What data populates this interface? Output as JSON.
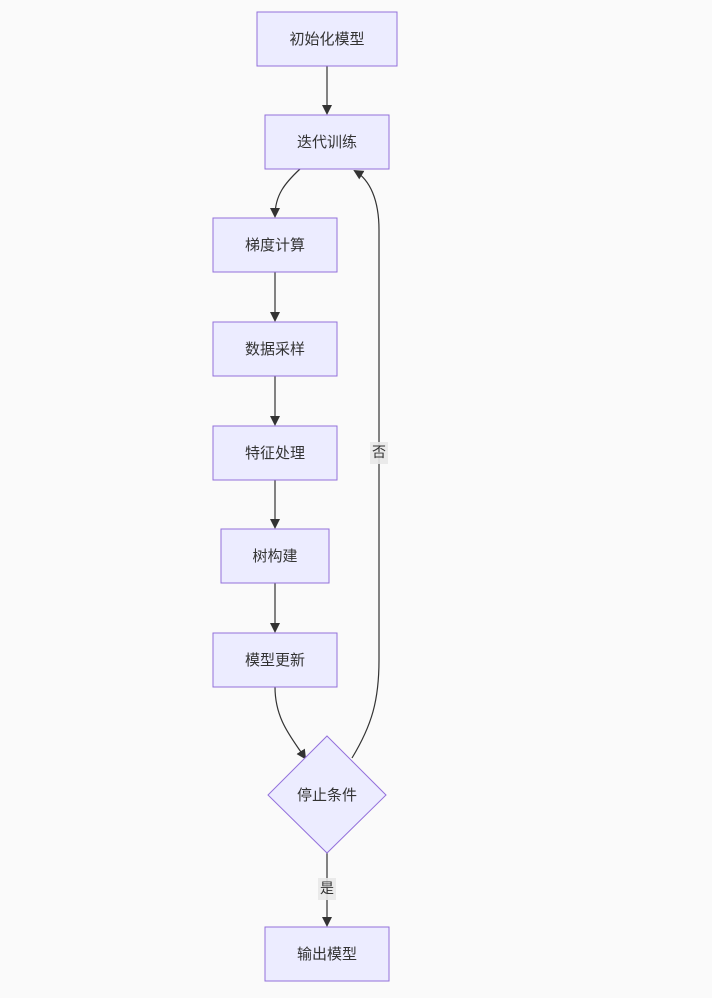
{
  "colors": {
    "background": "#fafafa",
    "node_fill": "#ECECFF",
    "node_stroke": "#9370DB",
    "edge": "#333333",
    "text": "#333333",
    "edge_label_bg": "#e8e8e8"
  },
  "nodes": {
    "init": "初始化模型",
    "iterate": "迭代训练",
    "gradient": "梯度计算",
    "sampling": "数据采样",
    "feature": "特征处理",
    "tree": "树构建",
    "update": "模型更新",
    "stop": "停止条件",
    "output": "输出模型"
  },
  "edges": {
    "stop_no": "否",
    "stop_yes": "是"
  }
}
